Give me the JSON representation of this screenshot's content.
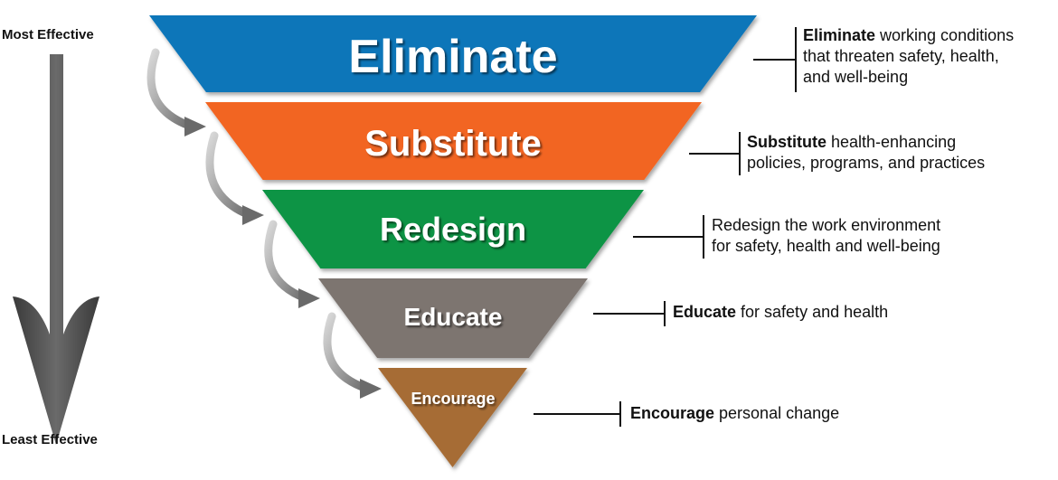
{
  "axis": {
    "top_label": "Most Effective",
    "bottom_label": "Least Effective"
  },
  "levels": [
    {
      "name": "Eliminate",
      "color": "#0a76b9",
      "description": {
        "bold": "Eliminate",
        "lines": [
          " working conditions",
          "that threaten safety, health,",
          "and well-being"
        ]
      }
    },
    {
      "name": "Substitute",
      "color": "#f26522",
      "description": {
        "bold": "Substitute",
        "lines": [
          " health-enhancing",
          "policies, programs, and practices"
        ]
      }
    },
    {
      "name": "Redesign",
      "color": "#0b9444",
      "description": {
        "bold": "",
        "lines": [
          "Redesign the work environment",
          "for safety, health and well-being"
        ]
      }
    },
    {
      "name": "Educate",
      "color": "#7d7470",
      "description": {
        "bold": "Educate",
        "lines": [
          " for safety and health"
        ]
      }
    },
    {
      "name": "Encourage",
      "color": "#a66c35",
      "description": {
        "bold": "Encourage",
        "lines": [
          " personal change"
        ]
      }
    }
  ]
}
